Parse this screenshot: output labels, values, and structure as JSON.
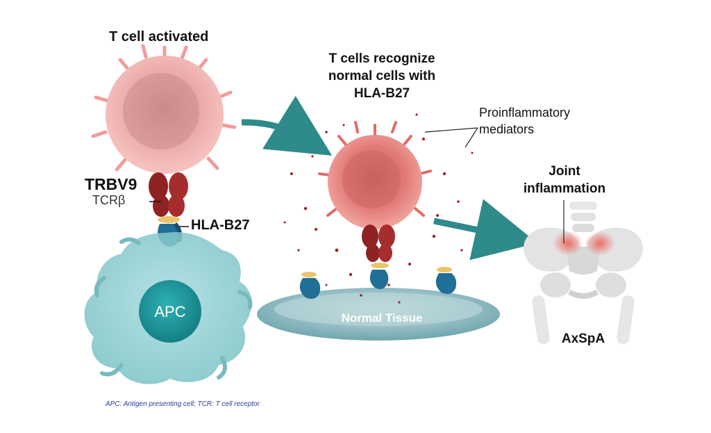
{
  "labels": {
    "t_cell_activated": "T cell activated",
    "recognize_line1": "T cells recognize",
    "recognize_line2": "normal cells with",
    "recognize_line3": "HLA-B27",
    "proinflammatory_line1": "Proinflammatory",
    "proinflammatory_line2": "mediators",
    "joint_line1": "Joint",
    "joint_line2": "inflammation",
    "trbv9": "TRBV9",
    "tcrb": "TCRβ",
    "hla_b27": "HLA-B27",
    "apc": "APC",
    "normal_tissue": "Normal Tissue",
    "axspa": "AxSpA",
    "footnote": "APC: Antigen presenting cell; TCR: T cell receptor"
  },
  "colors": {
    "t_cell": "#e8898a",
    "tcr": "#9e2a2b",
    "hla": "#1f6f96",
    "peptide": "#e9c46a",
    "apc": "#8fcfd1",
    "apc_nucleus": "#1b9aa0",
    "arrow": "#2f8a8a",
    "tissue": "#9cc3c9",
    "footnote": "#2b3a8c"
  }
}
